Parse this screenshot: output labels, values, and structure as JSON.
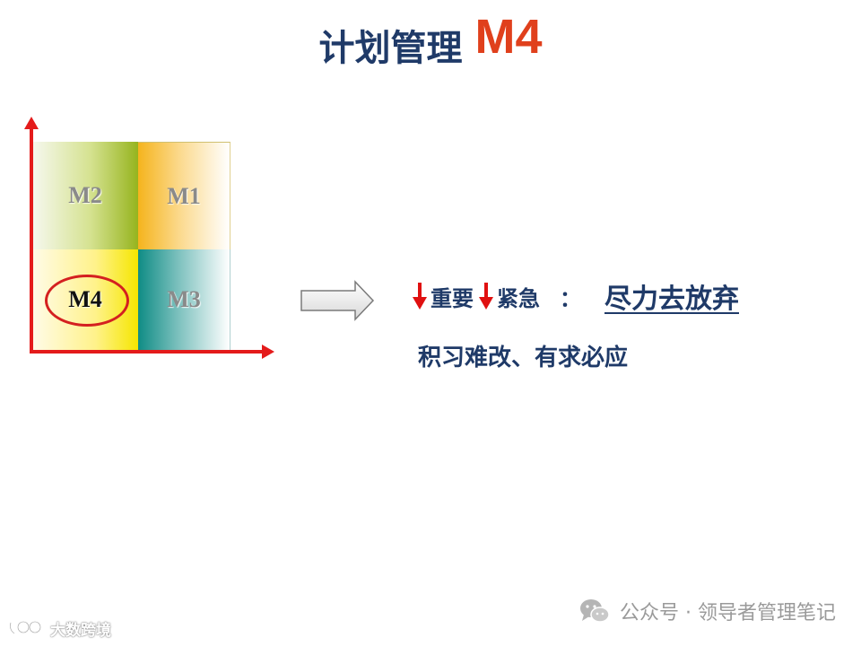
{
  "slide": {
    "title": "计划管理",
    "title_code": "M4"
  },
  "matrix": {
    "cells": {
      "top_left": "M2",
      "top_right": "M1",
      "bottom_left": "M4",
      "bottom_right": "M3"
    },
    "highlighted": "M4",
    "colors": {
      "axis": "#e41b1b",
      "highlight_ring": "#d42020"
    }
  },
  "conclusion": {
    "indicators": [
      "down-arrow-icon",
      "down-arrow-icon"
    ],
    "importance_label": "重要",
    "urgency_label": "紧急",
    "separator": "：",
    "advice": "尽力去放弃",
    "subline": "积习难改、有求必应"
  },
  "watermarks": {
    "right_text": "公众号 · 领导者管理笔记",
    "left_text": "大数跨境",
    "right_icon": "wechat-icon"
  },
  "colors": {
    "title": "#1f3a68",
    "accent": "#e0401c",
    "arrow_down": "#e01010"
  }
}
